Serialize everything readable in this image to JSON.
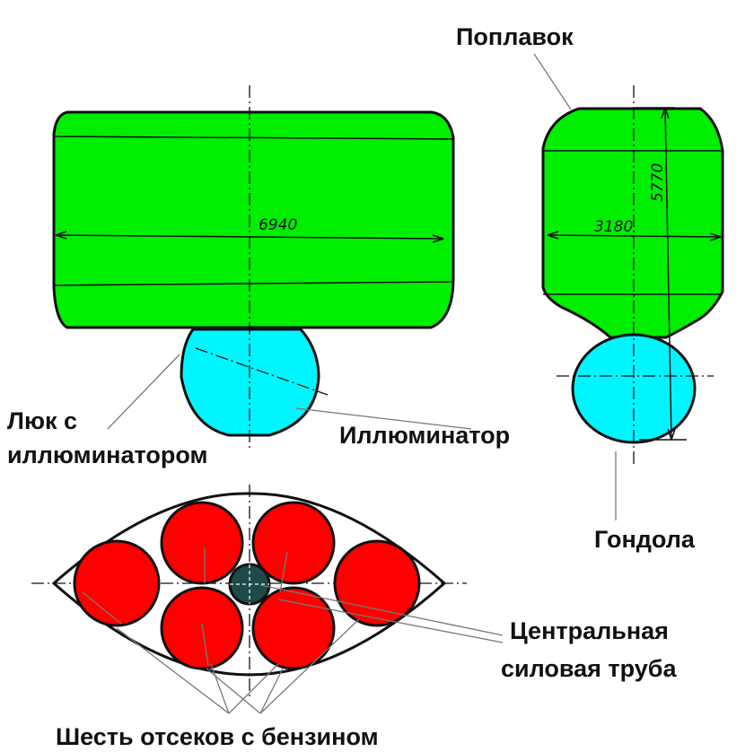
{
  "labels": {
    "float": "Поплавок",
    "hatch_line1": "Люк с",
    "hatch_line2": "иллюминатором",
    "porthole": "Иллюминатор",
    "gondola": "Гондола",
    "central_tube_line1": "Центральная",
    "central_tube_line2": "силовая труба",
    "compartments": "Шесть отсеков с бензином"
  },
  "dimensions": {
    "front_width": "6940",
    "side_width": "3180",
    "side_height": "5770"
  },
  "colors": {
    "float_fill": "#00ee00",
    "gondola_fill": "#00f5ff",
    "tank_fill": "#ff0000",
    "center_tube_fill": "#1f4a4a",
    "outline": "#111111"
  }
}
